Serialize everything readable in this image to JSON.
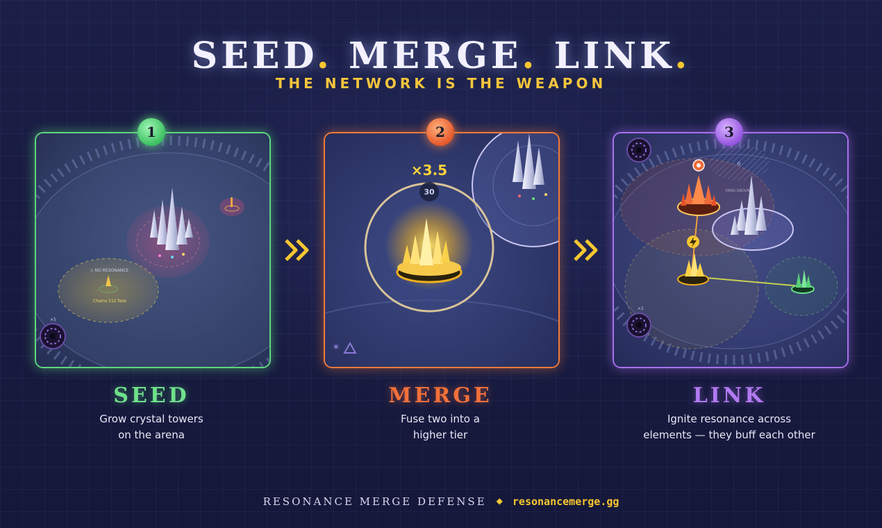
{
  "header": {
    "headline_words": [
      "SEED",
      "MERGE",
      "LINK"
    ],
    "headline_dot": ".",
    "tagline": "THE NETWORK IS THE WEAPON"
  },
  "steps": [
    {
      "number": "1",
      "title": "SEED",
      "desc_lines": [
        "Grow crystal towers",
        "on the arena"
      ],
      "panel": {
        "label_no_resonance": "◇ NO RESONANCE",
        "label_chains": "Chains 512 foes",
        "count": "×5"
      }
    },
    {
      "number": "2",
      "title": "MERGE",
      "desc_lines": [
        "Fuse two into a",
        "higher tier"
      ],
      "panel": {
        "multiplier": "×3.5",
        "counter": "30"
      }
    },
    {
      "number": "3",
      "title": "LINK",
      "desc_lines": [
        "Ignite resonance across",
        "elements — they buff each other"
      ],
      "panel": {
        "zone_value": "0",
        "zone_label": "DEAD GROUND",
        "count": "×2"
      }
    }
  ],
  "footer": {
    "brand": "RESONANCE MERGE DEFENSE",
    "separator": "◆",
    "url": "resonancemerge.gg"
  },
  "colors": {
    "seed": "#5ed77e",
    "merge": "#f07a3a",
    "link": "#a970ee",
    "accent": "#f7c631",
    "background": "#171a3c"
  },
  "icons": [
    "chevron-right-double-icon",
    "crystal-tower-icon",
    "portal-icon",
    "lightning-icon",
    "target-icon"
  ]
}
